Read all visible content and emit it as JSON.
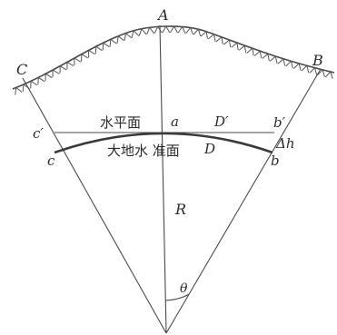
{
  "labels": {
    "point_A": "A",
    "point_B": "B",
    "point_C": "C",
    "point_a": "a",
    "point_b": "b",
    "point_c": "c",
    "point_b_prime": "b′",
    "point_c_prime": "c′",
    "distance_D_prime": "D′",
    "horizontal_plane": "水平面",
    "geoid_text": "大地水 准面",
    "distance_D": "D",
    "delta_h": "Δh",
    "radius_R": "R",
    "angle_theta": "θ"
  },
  "colors": {
    "line": "#4a4a4a",
    "text": "#2b2b2b",
    "background": "#ffffff"
  }
}
